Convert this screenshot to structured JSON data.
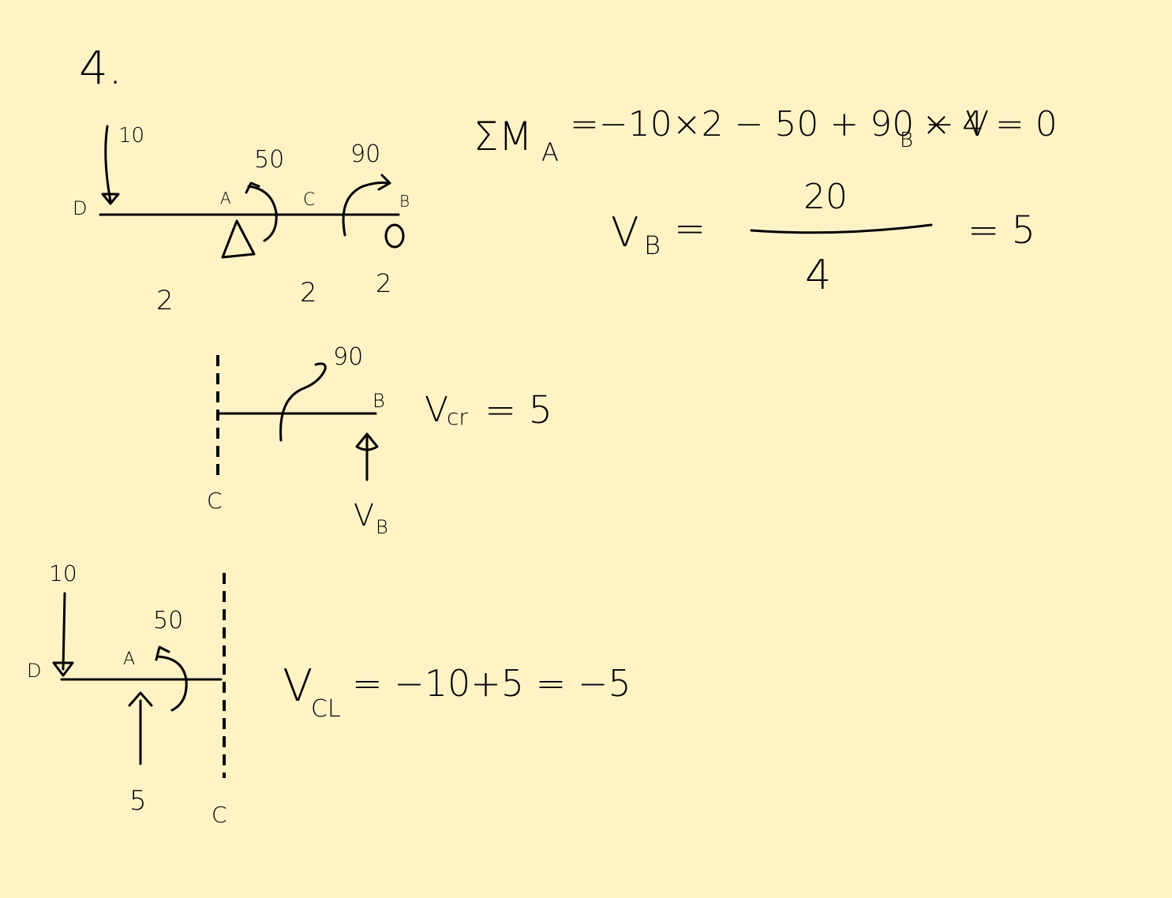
{
  "problem_number": "4.",
  "diagram_full": {
    "load_10": "10",
    "moment_50": "50",
    "moment_90": "90",
    "point_D": "D",
    "point_A": "A",
    "point_C": "C",
    "point_B": "B",
    "span_DA": "2",
    "span_AC": "2",
    "span_CB": "2"
  },
  "equations": {
    "moment_sum_lhs": "ΣM",
    "moment_sum_sub": "A",
    "moment_sum_a": "=−10×2 − 50 + 90 − V",
    "moment_sum_vb_sub": "B",
    "moment_sum_b": "× 4 = 0",
    "vb_lhs": "V",
    "vb_sub": "B",
    "vb_eq": "=",
    "vb_numerator": "20",
    "vb_denominator": "4",
    "vb_result": "= 5"
  },
  "diagram_right": {
    "moment_90": "90",
    "point_B": "B",
    "cut_C": "C",
    "reaction_V": "V",
    "reaction_sub": "B",
    "vcr_label": "V",
    "vcr_sub": "cr",
    "vcr_result": "= 5"
  },
  "diagram_left": {
    "load_10": "10",
    "moment_50": "50",
    "point_D": "D",
    "point_A": "A",
    "reaction_5": "5",
    "cut_C": "C",
    "vcl_label": "V",
    "vcl_sub": "CL",
    "vcl_result": "= −10+5 = −5"
  }
}
